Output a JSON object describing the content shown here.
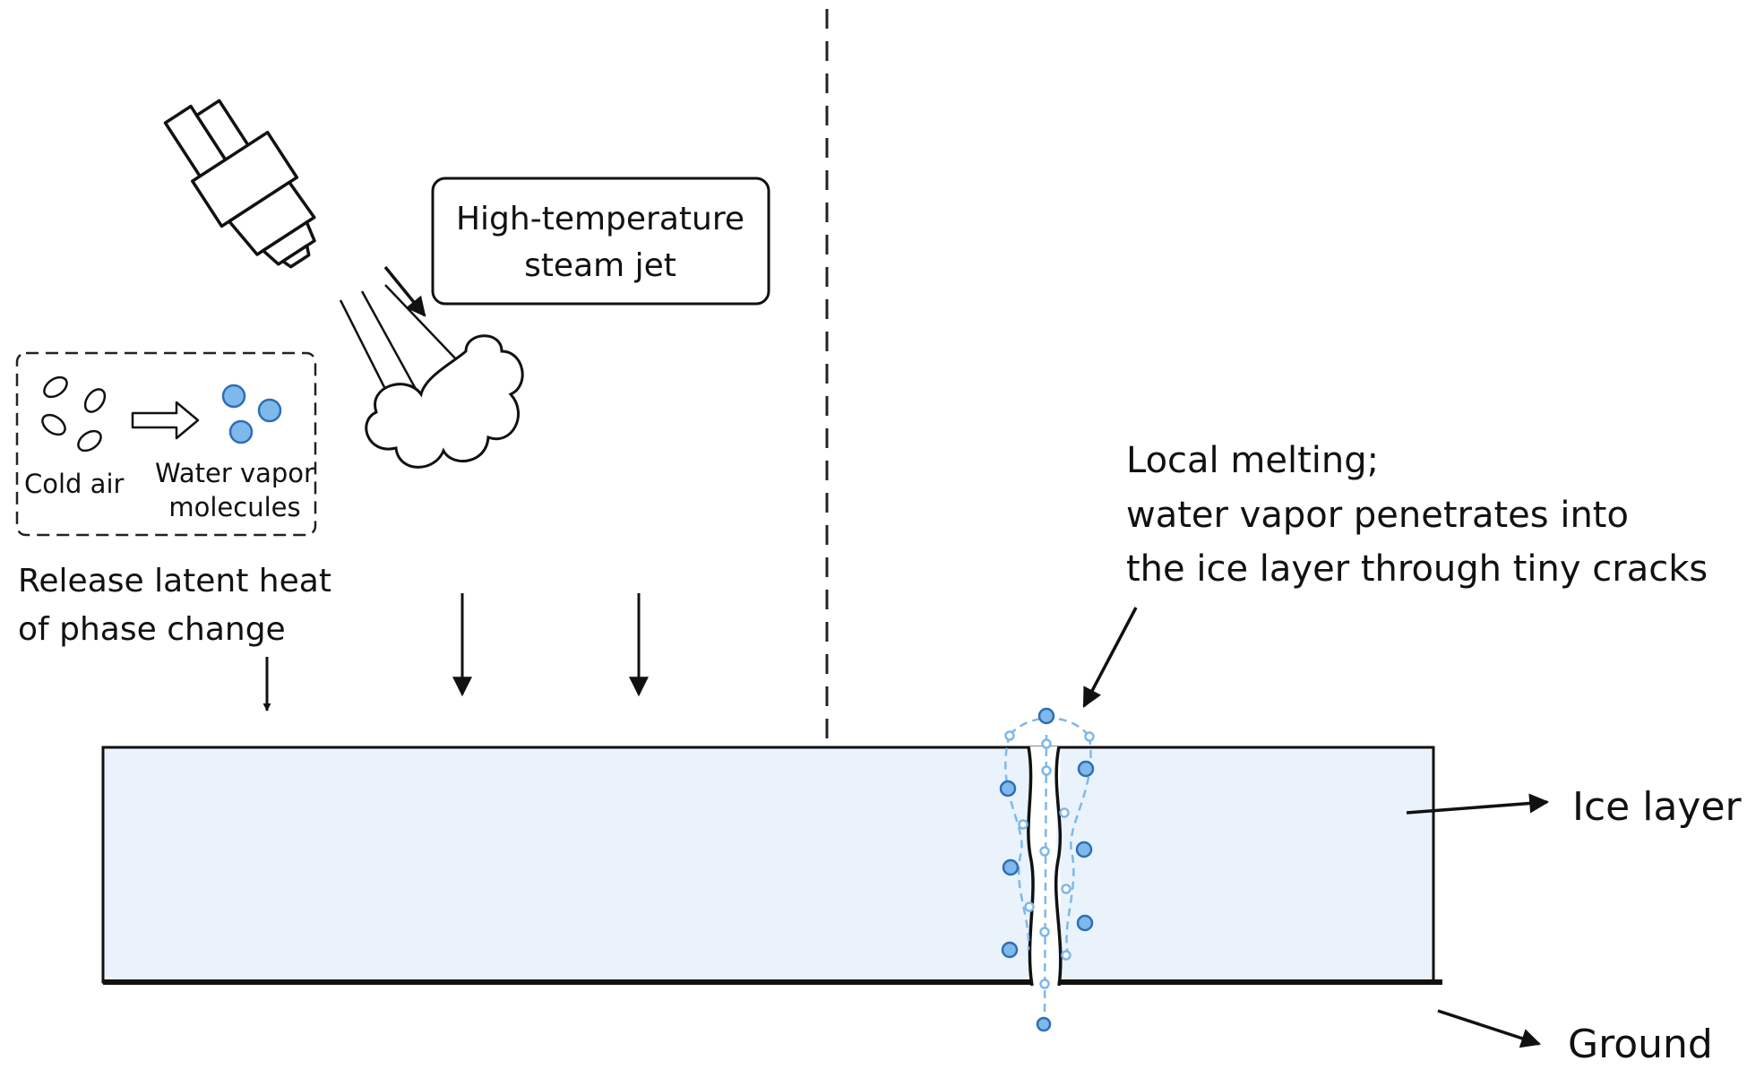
{
  "labels": {
    "steam_jet_line1": "High-temperature",
    "steam_jet_line2": "steam jet",
    "cold_air": "Cold air",
    "water_vapor_line1": "Water vapor",
    "water_vapor_line2": "molecules",
    "latent_heat_line1": "Release latent heat",
    "latent_heat_line2": "of phase change",
    "local_melting_line1": "Local melting;",
    "local_melting_line2": "water vapor penetrates into",
    "local_melting_line3": "the ice layer through tiny cracks",
    "ice_layer": "Ice layer",
    "ground": "Ground"
  },
  "colors": {
    "ice_fill": "#eaf3fc",
    "vapor_blue": "#7fb8ea",
    "vapor_stroke": "#2d6fb5",
    "line": "#111111"
  },
  "icons": {
    "nozzle": "steam-nozzle-icon",
    "cloud": "steam-cloud-icon",
    "phase_arrow": "hollow-arrow-icon"
  }
}
